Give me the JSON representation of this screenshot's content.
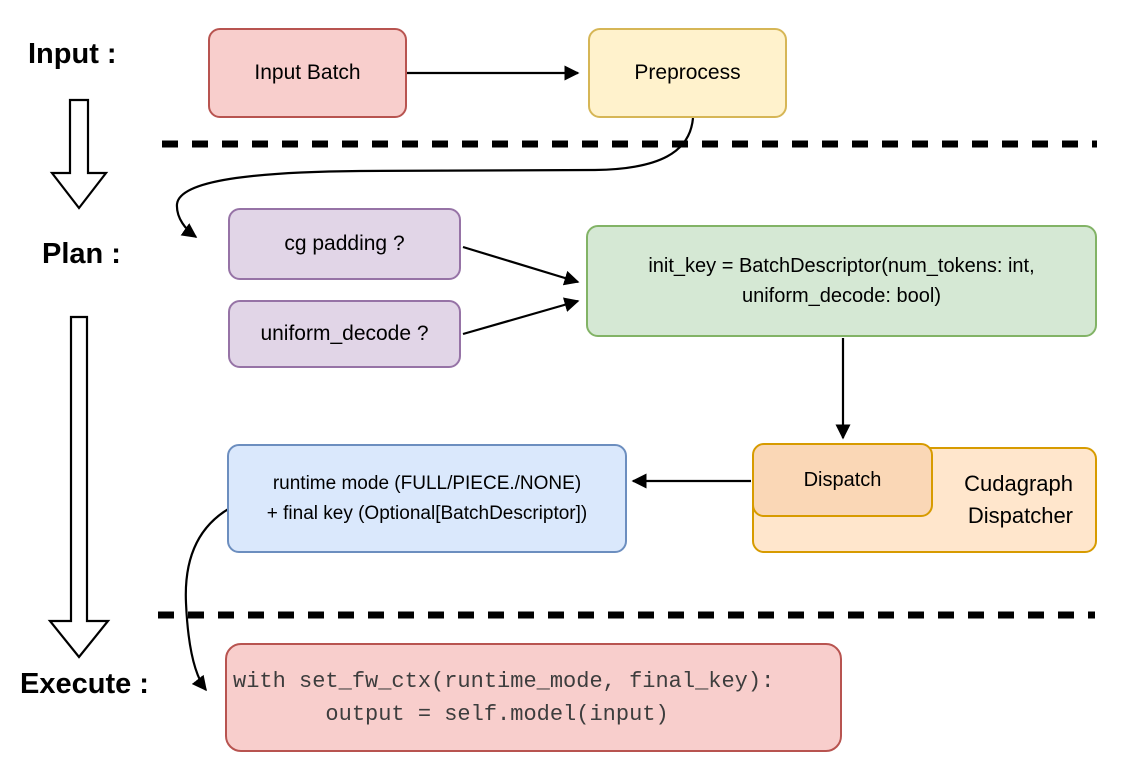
{
  "palette": {
    "red_fill": "#f8cecc",
    "red_stroke": "#b85450",
    "yellow_fill": "#fff2cc",
    "yellow_stroke": "#d6b656",
    "purple_fill": "#e1d5e7",
    "purple_stroke": "#9673a6",
    "green_fill": "#d5e8d4",
    "green_stroke": "#82b366",
    "blue_fill": "#dae8fc",
    "blue_stroke": "#6c8ebf",
    "orange_fill": "#ffe6cc",
    "orange_stroke": "#d79b00",
    "dispatch_fill": "#fad7b6",
    "line_color": "#000000"
  },
  "stage_labels": {
    "input": "Input :",
    "plan": "Plan :",
    "execute": "Execute :"
  },
  "nodes": {
    "input_batch": {
      "label": "Input Batch"
    },
    "preprocess": {
      "label": "Preprocess"
    },
    "cg_padding": {
      "label": "cg padding ?"
    },
    "uniform_decode": {
      "label": "uniform_decode ?"
    },
    "init_key": {
      "line1": "init_key = BatchDescriptor(num_tokens: int,",
      "line2": "uniform_decode: bool)"
    },
    "runtime_mode": {
      "line1": "runtime mode (FULL/PIECE./NONE)",
      "line2": "+ final key (Optional[BatchDescriptor])"
    },
    "dispatch": {
      "label": "Dispatch"
    },
    "cudagraph_dispatcher": {
      "line1": "Cudagraph",
      "line2": "Dispatcher"
    },
    "execute_code": {
      "line1": "with set_fw_ctx(runtime_mode, final_key):",
      "line2": "       output = self.model(input)"
    }
  }
}
